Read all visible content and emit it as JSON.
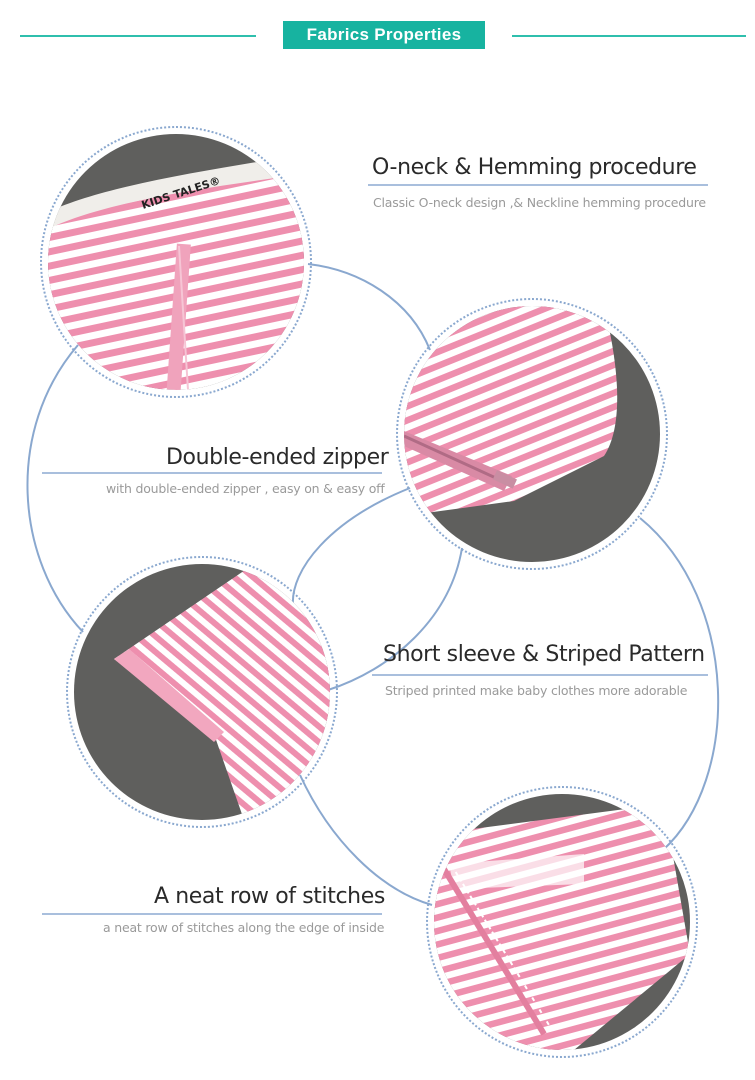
{
  "header": {
    "title": "Fabrics Properties"
  },
  "features": [
    {
      "title": "O-neck & Hemming procedure",
      "description": "Classic O-neck design ,& Neckline hemming procedure"
    },
    {
      "title": "Double-ended zipper",
      "description": "with double-ended zipper , easy on & easy off"
    },
    {
      "title": "Short sleeve & Striped Pattern",
      "description": "Striped printed  make baby clothes  more  adorable"
    },
    {
      "title": "A neat row of stitches",
      "description": "a neat row of stitches along the edge of inside"
    }
  ],
  "photo_labels": {
    "neck_tape": "KIDS TALES®"
  },
  "colors": {
    "accent": "#17b3a0",
    "stripe_pink": "#ee8fae",
    "fabric_gray": "#5f5f5d",
    "connector": "#8aa8cf"
  }
}
